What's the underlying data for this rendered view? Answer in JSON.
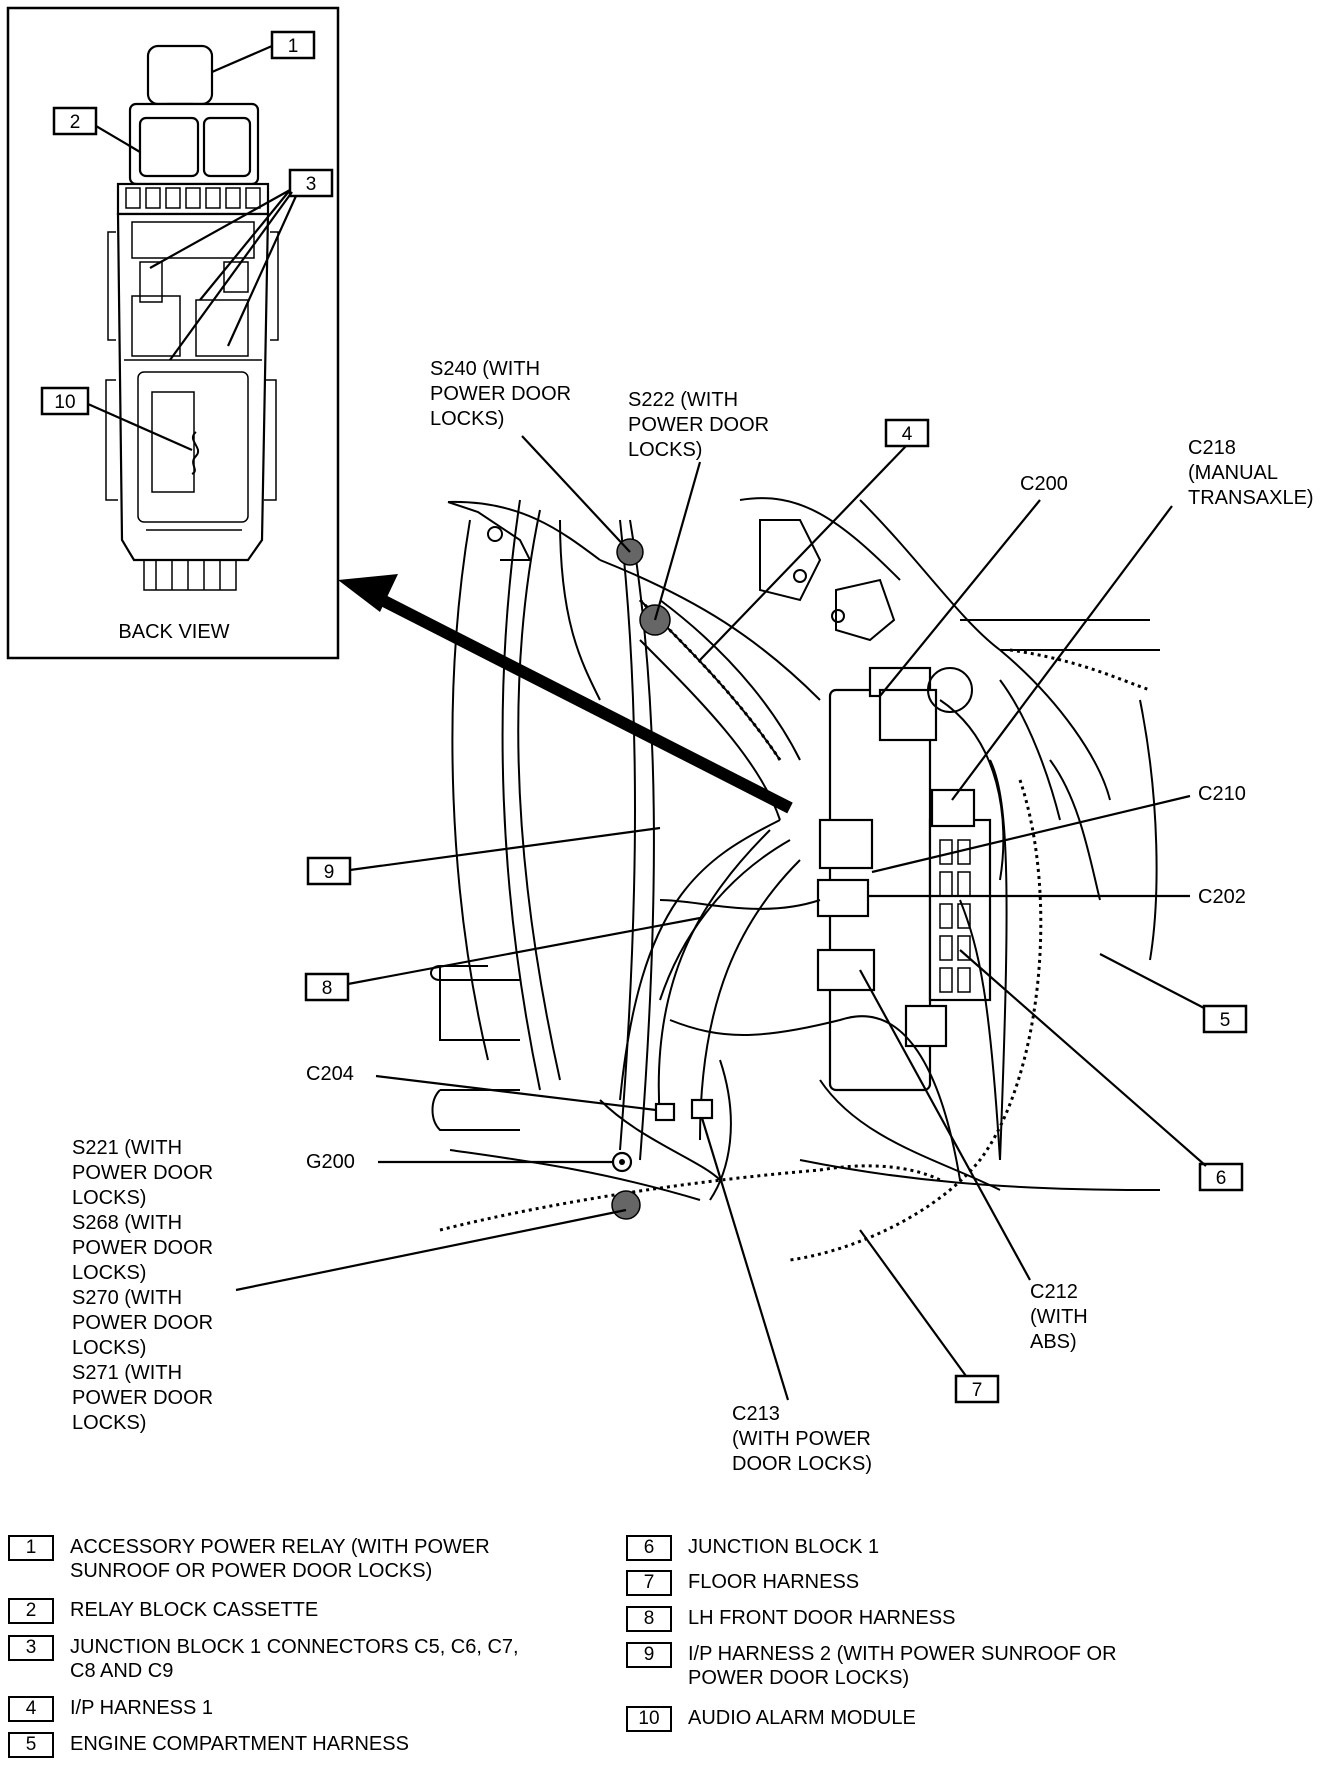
{
  "inset": {
    "caption": "BACK VIEW",
    "callouts": [
      "1",
      "2",
      "3",
      "10"
    ]
  },
  "labels": {
    "s240": [
      "S240 (WITH",
      "POWER DOOR",
      "LOCKS)"
    ],
    "s222": [
      "S222 (WITH",
      "POWER DOOR",
      "LOCKS)"
    ],
    "c200": [
      "C200"
    ],
    "c218": [
      "C218",
      "(MANUAL",
      "TRANSAXLE)"
    ],
    "c210": [
      "C210"
    ],
    "c202": [
      "C202"
    ],
    "c204": [
      "C204"
    ],
    "g200": [
      "G200"
    ],
    "s221": [
      "S221 (WITH",
      "POWER DOOR",
      "LOCKS)",
      "S268 (WITH",
      "POWER DOOR",
      "LOCKS)",
      "S270 (WITH",
      "POWER DOOR",
      "LOCKS)",
      "S271 (WITH",
      "POWER DOOR",
      "LOCKS)"
    ],
    "c212": [
      "C212",
      "(WITH",
      "ABS)"
    ],
    "c213": [
      "C213",
      "(WITH POWER",
      "DOOR LOCKS)"
    ]
  },
  "callouts": {
    "n4": "4",
    "n5": "5",
    "n6": "6",
    "n7": "7",
    "n8": "8",
    "n9": "9"
  },
  "legend": [
    {
      "num": "1",
      "text": "ACCESSORY POWER RELAY (WITH POWER SUNROOF OR POWER DOOR LOCKS)"
    },
    {
      "num": "2",
      "text": "RELAY BLOCK CASSETTE"
    },
    {
      "num": "3",
      "text": "JUNCTION BLOCK 1 CONNECTORS C5, C6, C7, C8 AND C9"
    },
    {
      "num": "4",
      "text": "I/P HARNESS 1"
    },
    {
      "num": "5",
      "text": "ENGINE COMPARTMENT HARNESS"
    },
    {
      "num": "6",
      "text": "JUNCTION BLOCK 1"
    },
    {
      "num": "7",
      "text": "FLOOR HARNESS"
    },
    {
      "num": "8",
      "text": "LH FRONT DOOR HARNESS"
    },
    {
      "num": "9",
      "text": "I/P HARNESS 2 (WITH POWER SUNROOF OR POWER DOOR LOCKS)"
    },
    {
      "num": "10",
      "text": "AUDIO ALARM MODULE"
    }
  ]
}
